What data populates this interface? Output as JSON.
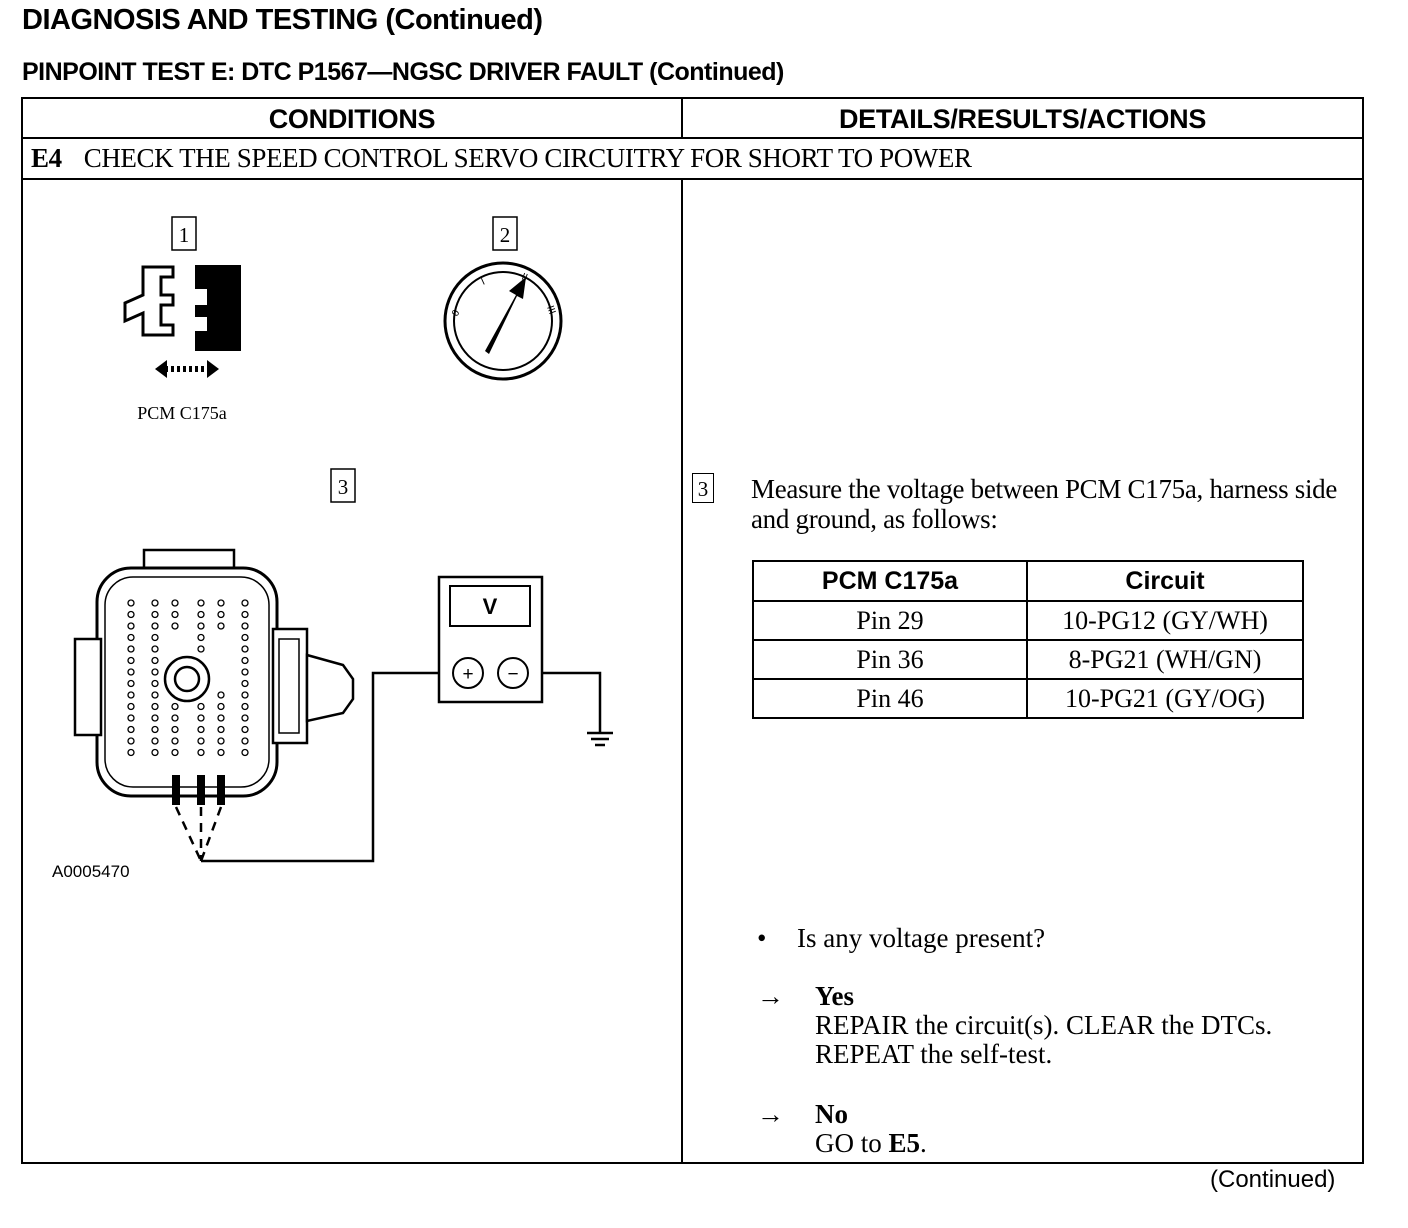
{
  "header": {
    "title": "DIAGNOSIS AND TESTING (Continued)",
    "subtitle": "PINPOINT TEST E:  DTC P1567—NGSC DRIVER FAULT (Continued)"
  },
  "columns": {
    "left": "CONDITIONS",
    "right": "DETAILS/RESULTS/ACTIONS"
  },
  "step": {
    "id": "E4",
    "title": "CHECK THE SPEED CONTROL SERVO CIRCUITRY FOR SHORT TO POWER"
  },
  "diagram": {
    "callout_1": "1",
    "callout_2": "2",
    "callout_3": "3",
    "connector_label": "PCM C175a",
    "figure_id": "A0005470",
    "meter_label": "V",
    "meter_plus": "+",
    "meter_minus": "−",
    "ignition_positions": [
      "0",
      "I",
      "II",
      "III"
    ],
    "icons": [
      "connector-disconnect-icon",
      "ignition-switch-icon",
      "pcm-connector-icon",
      "voltmeter-icon",
      "ground-symbol-icon"
    ]
  },
  "details": {
    "step_number": "3",
    "instruction": "Measure the voltage between PCM C175a, harness side and ground, as follows:",
    "table": {
      "headers": [
        "PCM C175a",
        "Circuit"
      ],
      "rows": [
        [
          "Pin 29",
          "10-PG12 (GY/WH)"
        ],
        [
          "Pin 36",
          "8-PG21 (WH/GN)"
        ],
        [
          "Pin 46",
          "10-PG21 (GY/OG)"
        ]
      ]
    },
    "question_bullet": "•",
    "question": "Is any voltage present?",
    "results": [
      {
        "arrow": "→",
        "answer": "Yes",
        "line1": "REPAIR the circuit(s). CLEAR the DTCs.",
        "line2": "REPEAT the self-test."
      },
      {
        "arrow": "→",
        "answer": "No",
        "line1": "GO to ",
        "line1_bold": "E5",
        "line1_end": "."
      }
    ]
  },
  "footer": {
    "continued": "(Continued)"
  }
}
